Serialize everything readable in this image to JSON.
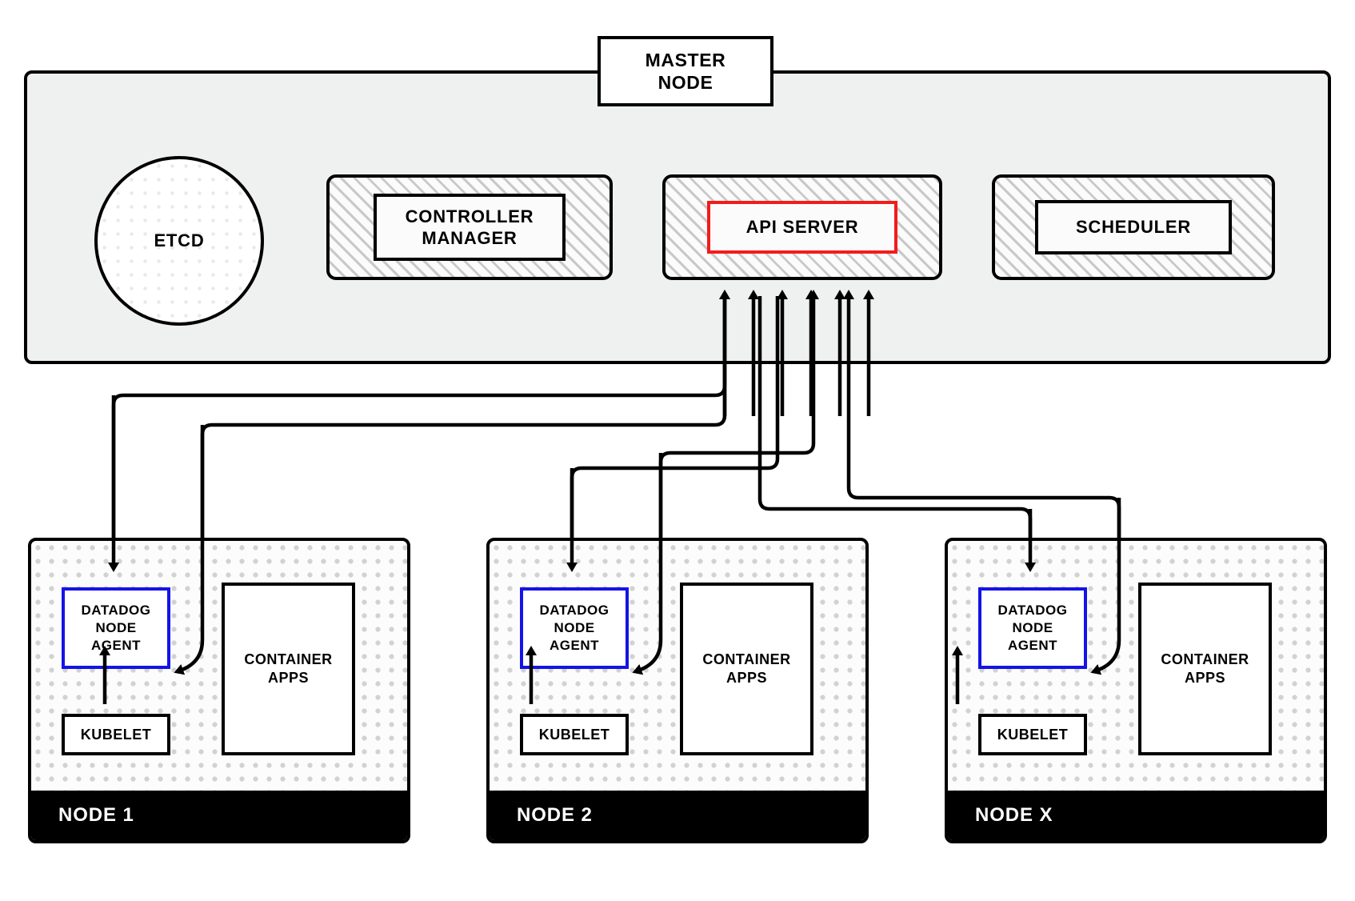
{
  "diagram": {
    "title": "Kubernetes cluster with Datadog node agents",
    "master": {
      "title_line1": "MASTER",
      "title_line2": "NODE",
      "etcd_label": "ETCD",
      "components": [
        {
          "name": "controller-manager",
          "line1": "CONTROLLER",
          "line2": "MANAGER",
          "highlight": "#000000"
        },
        {
          "name": "api-server",
          "line1": "API SERVER",
          "line2": "",
          "highlight": "#f21c1c"
        },
        {
          "name": "scheduler",
          "line1": "SCHEDULER",
          "line2": "",
          "highlight": "#000000"
        }
      ]
    },
    "nodes": [
      {
        "footer_label": "NODE 1",
        "agent_line1": "DATADOG",
        "agent_line2": "NODE",
        "agent_line3": "AGENT",
        "kubelet_label": "KUBELET",
        "apps_line1": "CONTAINER",
        "apps_line2": "APPS"
      },
      {
        "footer_label": "NODE 2",
        "agent_line1": "DATADOG",
        "agent_line2": "NODE",
        "agent_line3": "AGENT",
        "kubelet_label": "KUBELET",
        "apps_line1": "CONTAINER",
        "apps_line2": "APPS"
      },
      {
        "footer_label": "NODE X",
        "agent_line1": "DATADOG",
        "agent_line2": "NODE",
        "agent_line3": "AGENT",
        "kubelet_label": "KUBELET",
        "apps_line1": "CONTAINER",
        "apps_line2": "APPS"
      }
    ],
    "colors": {
      "api_server_border": "#f21c1c",
      "agent_border": "#1414e6",
      "master_background": "#eff0f0",
      "footer_background": "#000000",
      "line": "#000000"
    }
  }
}
